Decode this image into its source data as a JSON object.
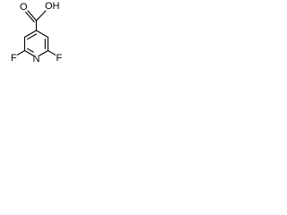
{
  "molecule": {
    "atoms": {
      "O_hydroxyl": "OH",
      "O_carbonyl": "O",
      "N_ring": "N",
      "F_left": "F",
      "F_right": "F"
    }
  }
}
